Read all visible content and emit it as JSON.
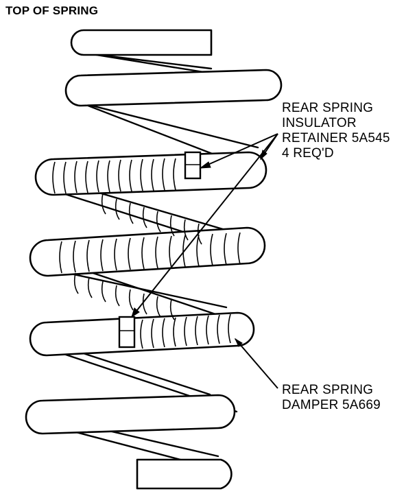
{
  "diagram": {
    "title": "TOP OF SPRING",
    "callouts": {
      "insulator_retainer": {
        "lines": [
          "REAR SPRING",
          "INSULATOR",
          "RETAINER 5A545",
          "4 REQ'D"
        ]
      },
      "damper": {
        "lines": [
          "REAR SPRING",
          "DAMPER 5A669"
        ]
      }
    }
  }
}
